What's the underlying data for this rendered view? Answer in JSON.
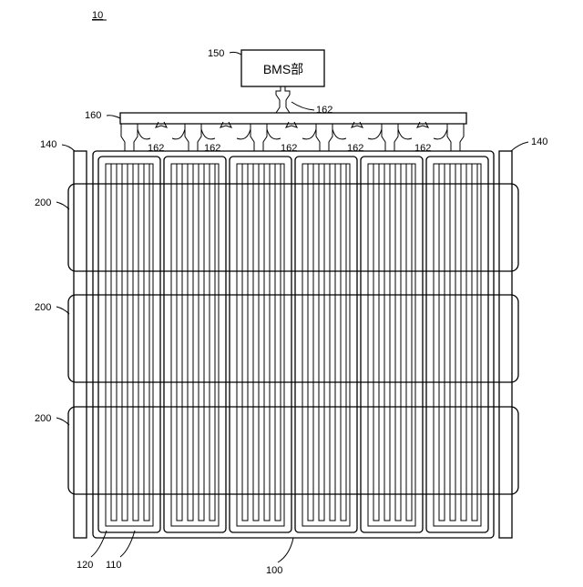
{
  "figure_number": "10",
  "bms": {
    "ref": "150",
    "label": "BMS部"
  },
  "harness": {
    "ref": "160",
    "connector_ref": "162"
  },
  "end_plates": {
    "ref": "140"
  },
  "bands": {
    "ref": "200"
  },
  "module": {
    "ref": "100",
    "cell_ref": "110",
    "tube_ref": "120"
  }
}
